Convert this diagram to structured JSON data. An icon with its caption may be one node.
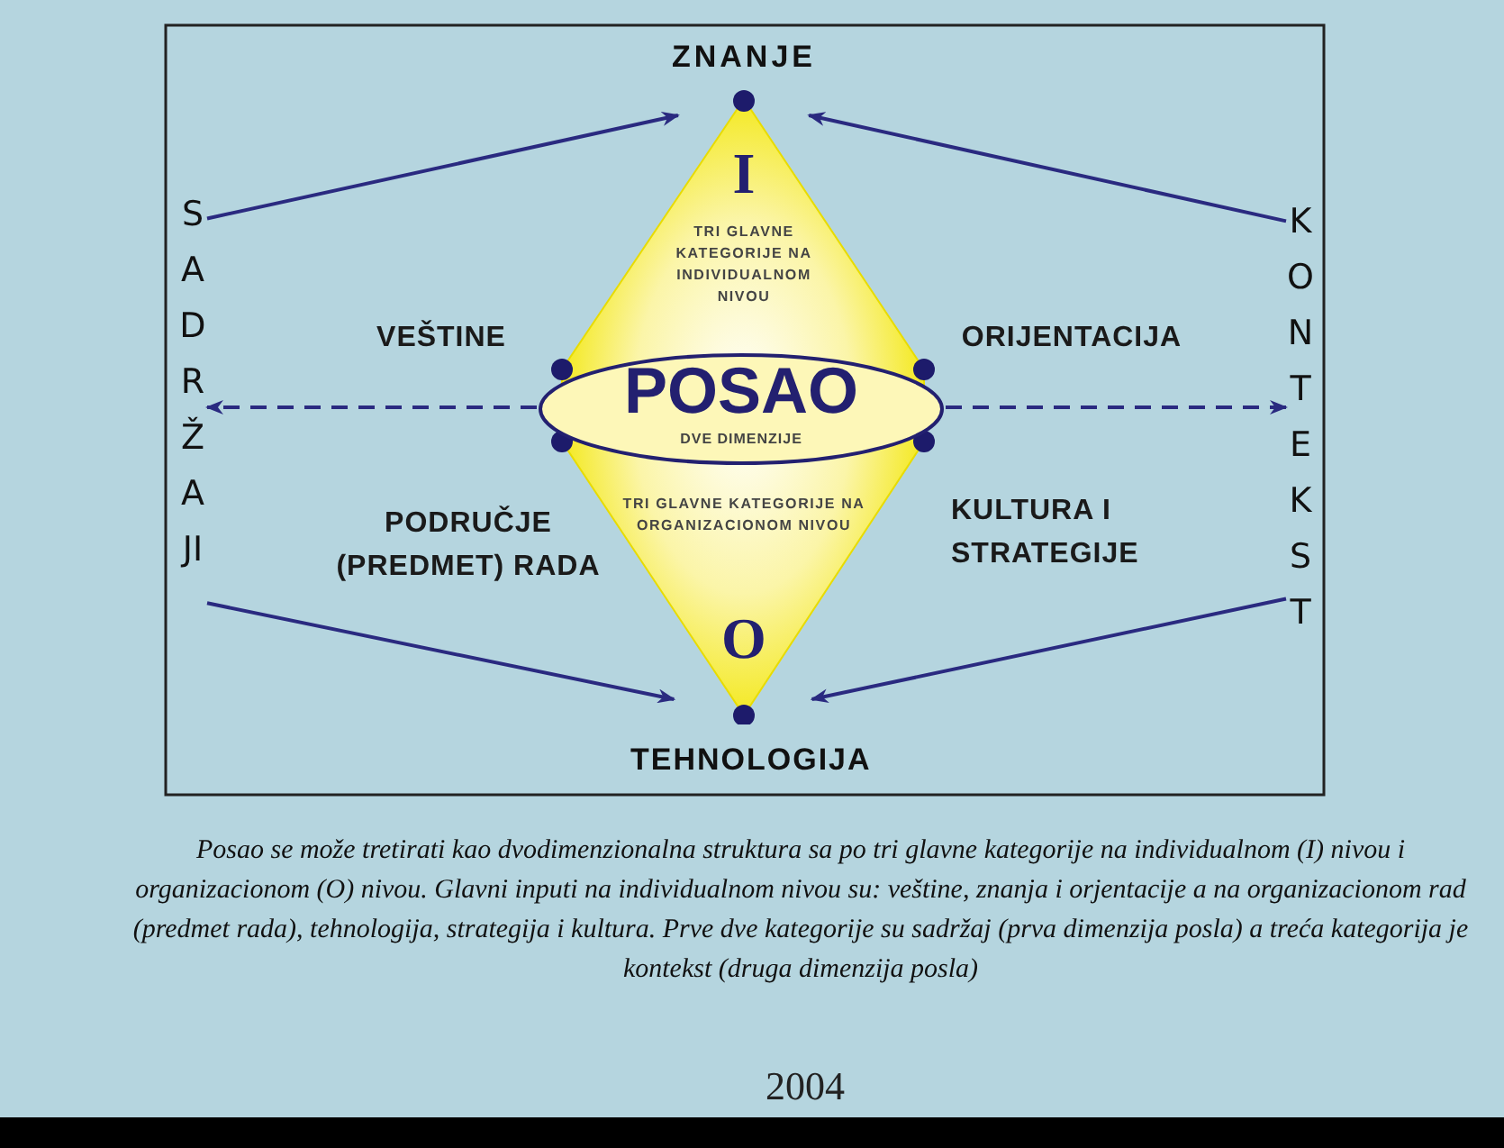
{
  "diagram": {
    "caption": "Posao se može tretirati kao dvodimenzionalna struktura sa po tri glavne kategorije na individualnom (I) nivou i organizacionom (O) nivou. Glavni inputi na individualnom nivou su: veštine, znanja i orjentacije a na organizacionom rad (predmet rada), tehnologija, strategija i kultura. Prve dve kategorije su sadržaj (prva dimenzija posla) a treća kategorija je kontekst (druga dimenzija posla)",
    "nodes": [
      {
        "text": [
          "ZNANJE"
        ]
      },
      {
        "text": [
          "TEHNOLOGIJA"
        ]
      },
      {
        "text": [
          "SADRŽAJI"
        ]
      },
      {
        "text": [
          "KONTEKST"
        ]
      },
      {
        "text": [
          "I",
          "TRI GLAVNE KATEGORIJE NA INDIVIDUALNOM NIVOU",
          "TRI GLAVNE KATEGORIJE NA ORGANIZACIONOM NIVOU",
          "O"
        ]
      },
      {
        "text": [
          "POSAO",
          "DVE DIMENZIJE"
        ],
        "in": 4
      }
    ],
    "edges": [
      {
        "from": 2,
        "to": 0,
        "arrow": "to"
      },
      {
        "from": 3,
        "to": 0,
        "arrow": "to"
      },
      {
        "from": 2,
        "to": 1,
        "arrow": "to"
      },
      {
        "from": 3,
        "to": 1,
        "arrow": "to"
      },
      {
        "from": 5,
        "to": 2,
        "arrow": "to",
        "style": "dashed"
      },
      {
        "from": 5,
        "to": 3,
        "arrow": "to",
        "style": "dashed"
      }
    ],
    "labels": [
      "VEŠTINE",
      "ORIJENTACIJA",
      "PODRUČJE (PREDMET) RADA",
      "KULTURA I STRATEGIJE",
      "2004"
    ]
  }
}
